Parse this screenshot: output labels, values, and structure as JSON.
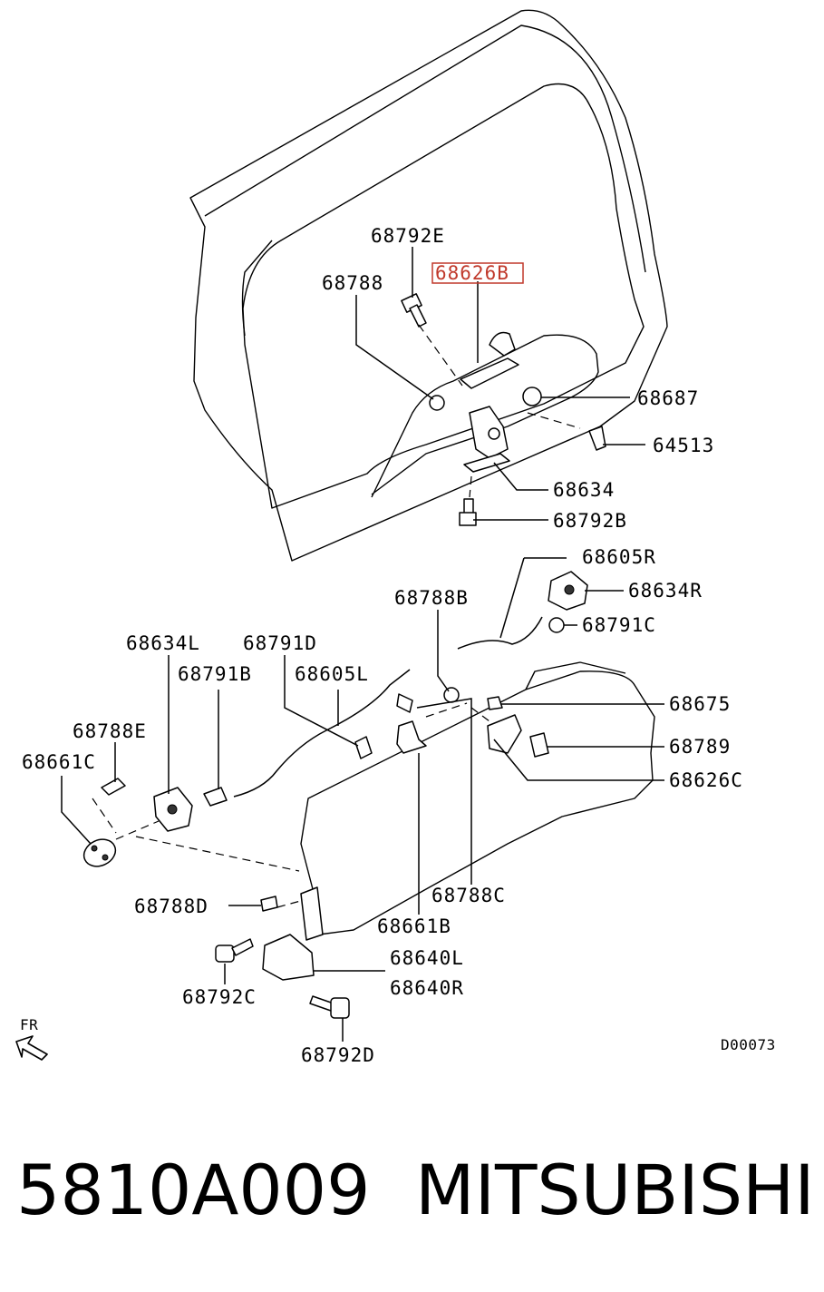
{
  "callouts": {
    "c68792E": "68792E",
    "c68788": "68788",
    "c68626B": "68626B",
    "c68687": "68687",
    "c64513": "64513",
    "c68634": "68634",
    "c68792B": "68792B",
    "c68605R": "68605R",
    "c68788B": "68788B",
    "c68634R": "68634R",
    "c68791C": "68791C",
    "c68634L": "68634L",
    "c68791D": "68791D",
    "c68791B": "68791B",
    "c68605L": "68605L",
    "c68675": "68675",
    "c68788E": "68788E",
    "c68789": "68789",
    "c68661C": "68661C",
    "c68626C": "68626C",
    "c68788D": "68788D",
    "c68788C": "68788C",
    "c68661B": "68661B",
    "c68640L": "68640L",
    "c68640R": "68640R",
    "c68792C": "68792C",
    "c68792D": "68792D"
  },
  "direction_label": "FR",
  "drawing_code": "D00073",
  "caption": {
    "part_number": "5810A009",
    "brand": "MITSUBISHI"
  },
  "colors": {
    "highlight": "#c0392b",
    "line": "#000000",
    "background": "#ffffff"
  }
}
